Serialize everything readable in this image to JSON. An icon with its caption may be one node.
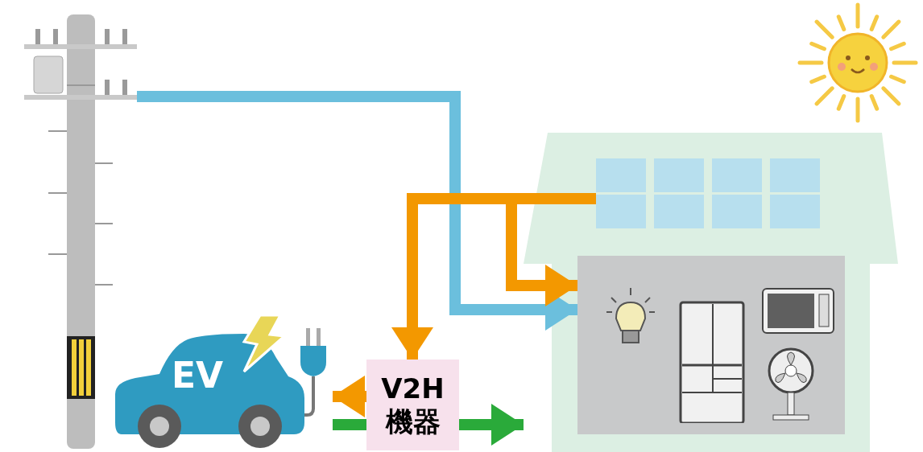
{
  "diagram": {
    "nodes": [
      {
        "text": [],
        "shape": "picture"
      },
      {
        "text": [
          "EV"
        ]
      },
      {
        "text": [
          "V2H 機器"
        ]
      },
      {
        "text": [],
        "shape": "picture"
      },
      {
        "text": [],
        "shape": "picture",
        "in": 3
      },
      {
        "text": [],
        "shape": "box",
        "in": 3
      }
    ],
    "edges": [
      {
        "from": 0,
        "to": 5,
        "arrow": "to",
        "color": "#6bbfdd"
      },
      {
        "from": 4,
        "to": 2,
        "arrow": "to",
        "color": "#f39800"
      },
      {
        "from": 4,
        "to": 5,
        "arrow": "to",
        "color": "#f39800"
      },
      {
        "from": 2,
        "to": 1,
        "arrow": "to",
        "color": "#f39800"
      },
      {
        "from": 1,
        "to": 2,
        "arrow": "none",
        "color": "#2aaa3a"
      },
      {
        "from": 2,
        "to": 3,
        "arrow": "to",
        "color": "#2aaa3a"
      }
    ]
  }
}
